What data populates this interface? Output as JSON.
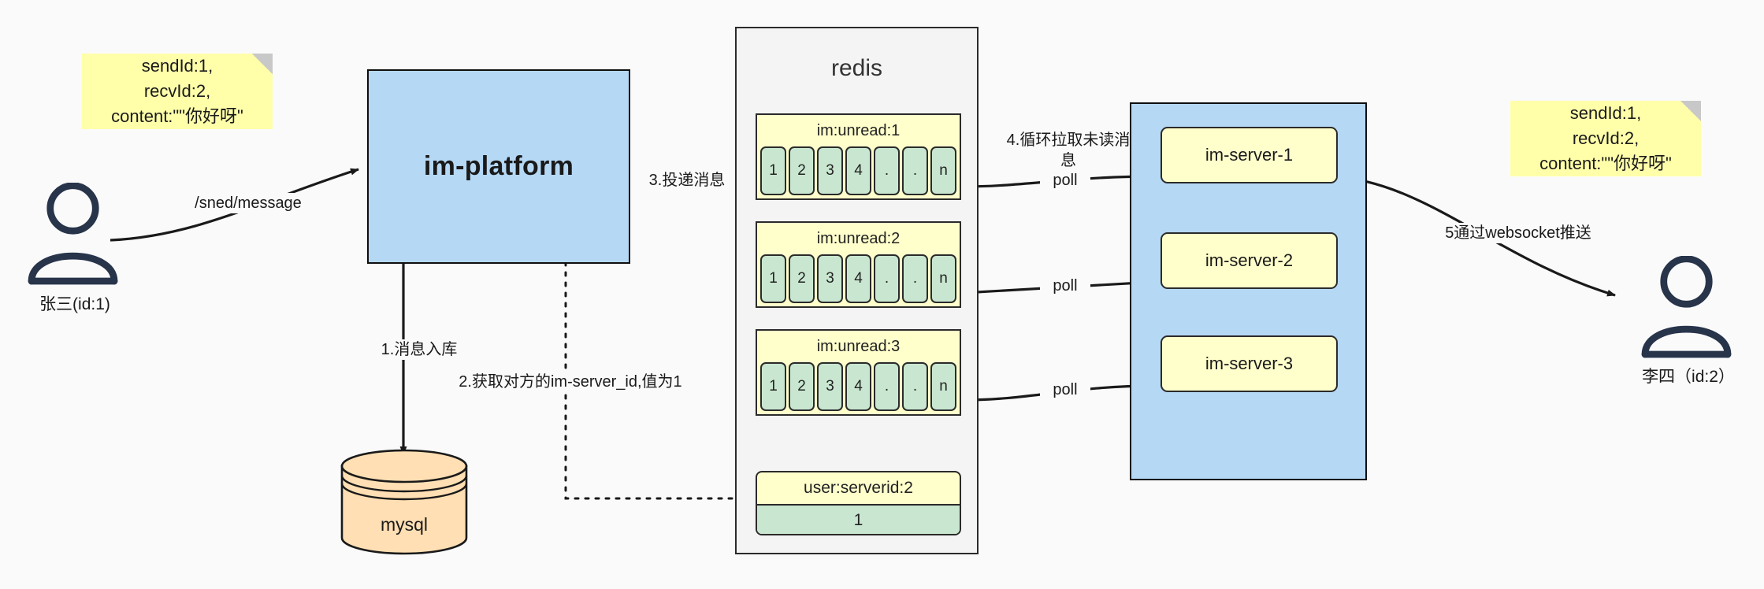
{
  "diagram": {
    "title": "IM message delivery architecture",
    "colors": {
      "note_fill": "#ffffaa",
      "blue_fill": "#b5d8f5",
      "redis_fill": "#f4f4f4",
      "key_fill": "#ffffcc",
      "cell_fill": "#c9e7d0",
      "db_fill": "#ffdfb3",
      "stroke": "#2b2b2b"
    }
  },
  "notes": {
    "left": "sendId:1,\nrecvId:2,\ncontent:\"\"你好呀\"",
    "right": "sendId:1,\nrecvId:2,\ncontent:\"\"你好呀\""
  },
  "actors": {
    "sender": {
      "label": "张三(id:1)",
      "icon": "user-icon"
    },
    "receiver": {
      "label": "李四（id:2）",
      "icon": "user-icon"
    }
  },
  "platform": {
    "label": "im-platform"
  },
  "database": {
    "label": "mysql",
    "icon": "database-cylinder-icon"
  },
  "redis": {
    "title": "redis",
    "queues": [
      {
        "key": "im:unread:1",
        "cells": [
          "1",
          "2",
          "3",
          "4",
          ".",
          ".",
          "n"
        ]
      },
      {
        "key": "im:unread:2",
        "cells": [
          "1",
          "2",
          "3",
          "4",
          ".",
          ".",
          "n"
        ]
      },
      {
        "key": "im:unread:3",
        "cells": [
          "1",
          "2",
          "3",
          "4",
          ".",
          ".",
          "n"
        ]
      }
    ],
    "kv": {
      "key": "user:serverid:2",
      "value": "1"
    }
  },
  "servers": {
    "items": [
      {
        "label": "im-server-1"
      },
      {
        "label": "im-server-2"
      },
      {
        "label": "im-server-3"
      }
    ]
  },
  "edges": {
    "send_message": "/sned/message",
    "step1": "1.消息入库",
    "step2": "2.获取对方的im-server_id,值为1",
    "step3": "3.投递消息",
    "step4": "4.循环拉取未读消\n息",
    "poll1": "poll",
    "poll2": "poll",
    "poll3": "poll",
    "step5": "5通过websocket推送"
  }
}
